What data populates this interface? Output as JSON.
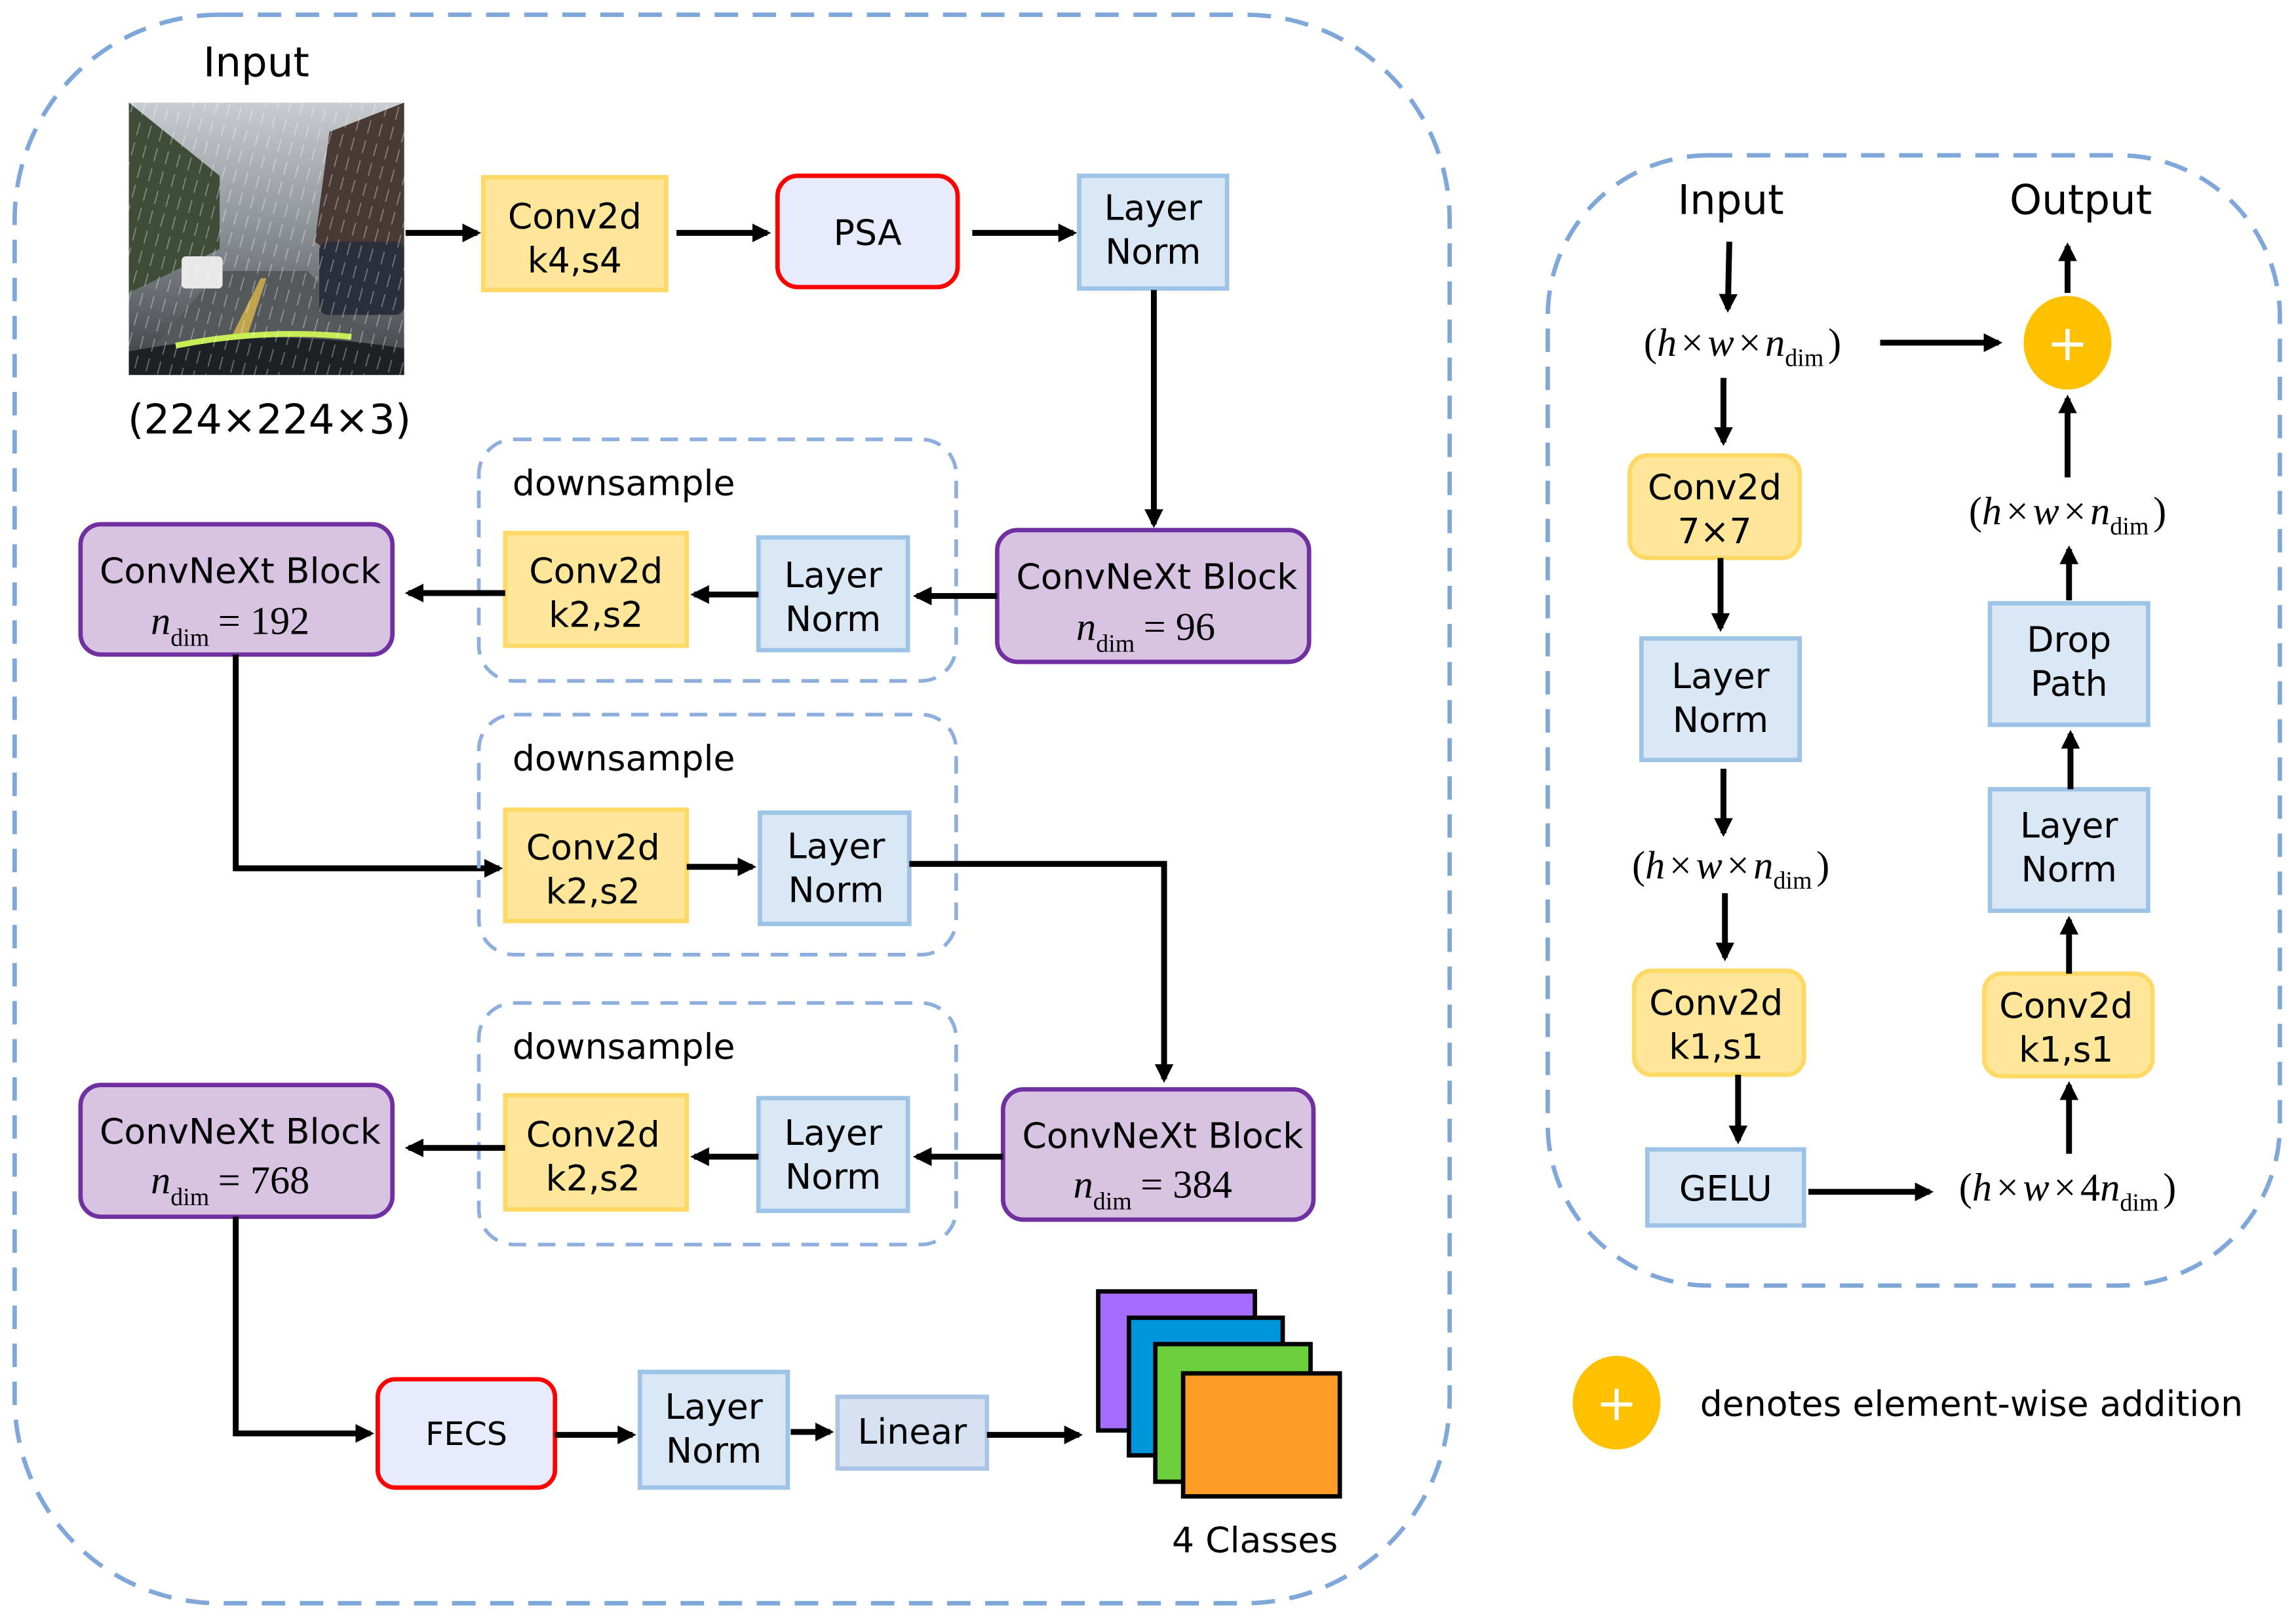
{
  "left_panel": {
    "input_label": "Input",
    "input_shape": "(224×224×3)",
    "input_image": "rainy street driving scene",
    "stem": [
      {
        "line1": "Conv2d",
        "line2": "k4,s4"
      },
      {
        "label": "PSA"
      },
      {
        "line1": "Layer",
        "line2": "Norm"
      }
    ],
    "stages": [
      {
        "title": "ConvNeXt Block",
        "n_symbol": "n",
        "n_sub": "dim",
        "n_value": "= 96"
      },
      {
        "title": "ConvNeXt Block",
        "n_symbol": "n",
        "n_sub": "dim",
        "n_value": "= 192"
      },
      {
        "title": "ConvNeXt Block",
        "n_symbol": "n",
        "n_sub": "dim",
        "n_value": "= 384"
      },
      {
        "title": "ConvNeXt Block",
        "n_symbol": "n",
        "n_sub": "dim",
        "n_value": "= 768"
      }
    ],
    "downsample": [
      {
        "label": "downsample",
        "conv_line1": "Conv2d",
        "conv_line2": "k2,s2",
        "ln_line1": "Layer",
        "ln_line2": "Norm"
      },
      {
        "label": "downsample",
        "conv_line1": "Conv2d",
        "conv_line2": "k2,s2",
        "ln_line1": "Layer",
        "ln_line2": "Norm"
      },
      {
        "label": "downsample",
        "conv_line1": "Conv2d",
        "conv_line2": "k2,s2",
        "ln_line1": "Layer",
        "ln_line2": "Norm"
      }
    ],
    "head": {
      "fecs": "FECS",
      "ln_line1": "Layer",
      "ln_line2": "Norm",
      "linear": "Linear",
      "classes_label": "4 Classes",
      "class_colors": [
        "#A66BFF",
        "#0096DC",
        "#6CCF3C",
        "#FF9C27"
      ]
    }
  },
  "right_panel": {
    "input_label": "Input",
    "output_label": "Output",
    "shape_in": {
      "h": "h",
      "w": "w",
      "n": "n",
      "sub": "dim",
      "times": "×",
      "coef": ""
    },
    "shape_mid": {
      "h": "h",
      "w": "w",
      "n": "n",
      "sub": "dim",
      "times": "×",
      "coef": ""
    },
    "shape_expand": {
      "h": "h",
      "w": "w",
      "n": "n",
      "sub": "dim",
      "times": "×",
      "coef": "4"
    },
    "shape_out": {
      "h": "h",
      "w": "w",
      "n": "n",
      "sub": "dim",
      "times": "×",
      "coef": ""
    },
    "dwconv": {
      "line1": "Conv2d",
      "line2": "7×7"
    },
    "ln1": {
      "line1": "Layer",
      "line2": "Norm"
    },
    "pw1": {
      "line1": "Conv2d",
      "line2": "k1,s1"
    },
    "gelu": "GELU",
    "pw2": {
      "line1": "Conv2d",
      "line2": "k1,s1"
    },
    "ln2": {
      "line1": "Layer",
      "line2": "Norm"
    },
    "droppath": {
      "line1": "Drop",
      "line2": "Path"
    },
    "add_symbol": "+"
  },
  "legend": {
    "symbol": "+",
    "text": "denotes element-wise addition"
  },
  "colors": {
    "conv_fill": "#FFE699",
    "norm_fill": "#DAE8F5",
    "block_fill": "#D9C3E3",
    "block_stroke": "#7030A0",
    "attn_stroke": "#FF0000",
    "add_circle": "#FFC000",
    "dashed_border": "#7FA7D9"
  }
}
